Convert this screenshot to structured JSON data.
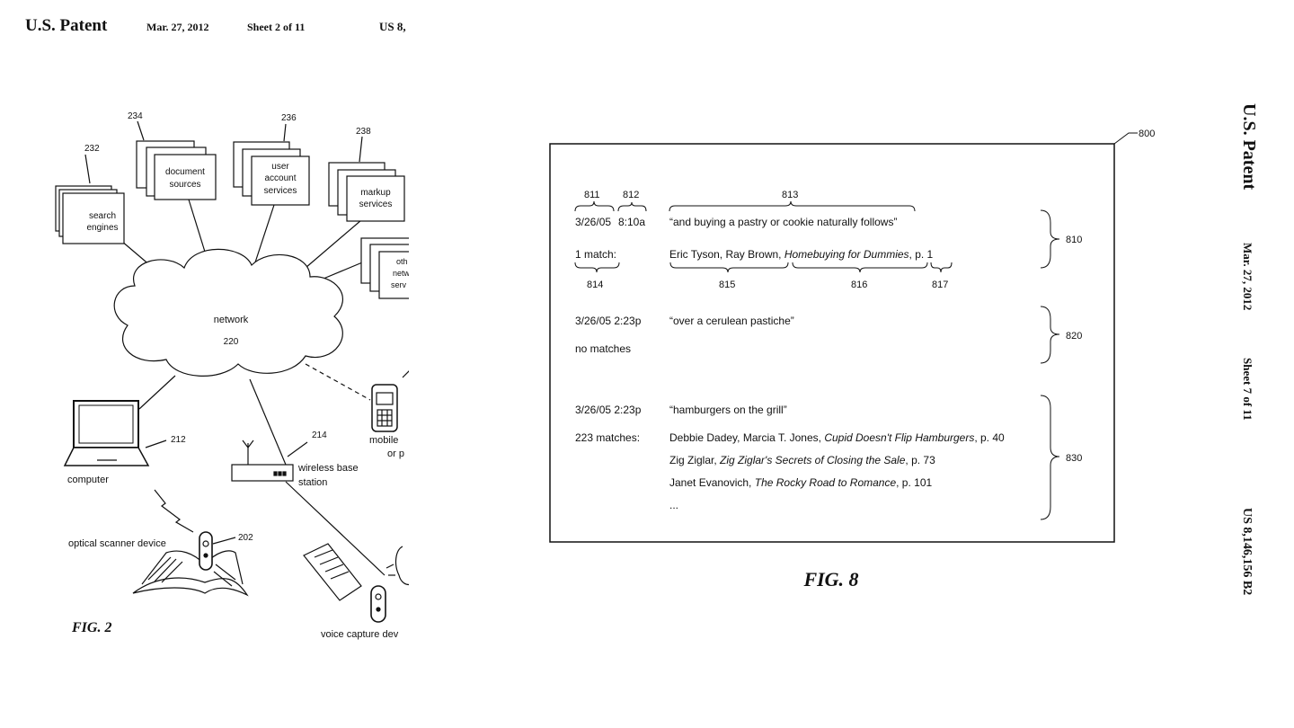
{
  "left_page": {
    "header": {
      "title": "U.S. Patent",
      "date": "Mar. 27, 2012",
      "sheet": "Sheet 2 of 11",
      "number": "US 8,"
    },
    "figure_label": "FIG. 2",
    "network": {
      "label": "network",
      "ref": "220"
    },
    "nodes": {
      "search_engines": {
        "ref": "232",
        "line1": "search",
        "line2": "engines"
      },
      "document_sources": {
        "ref": "234",
        "line1": "document",
        "line2": "sources"
      },
      "user_account": {
        "ref": "236",
        "line1": "user",
        "line2": "account",
        "line3": "services"
      },
      "markup": {
        "ref": "238",
        "line1": "markup",
        "line2": "services"
      },
      "other": {
        "line1": "oth",
        "line2": "netw",
        "line3": "serv"
      },
      "computer": {
        "ref": "212",
        "label": "computer"
      },
      "wireless": {
        "ref": "214",
        "line1": "wireless base",
        "line2": "station"
      },
      "scanner": {
        "ref": "202",
        "label": "optical scanner device"
      },
      "mobile": {
        "line1": "mobile",
        "line2": "or p"
      },
      "voice": {
        "label": "voice capture dev"
      }
    }
  },
  "right_page": {
    "header": {
      "title": "U.S. Patent",
      "date": "Mar. 27, 2012",
      "sheet": "Sheet 7 of 11",
      "number": "US 8,146,156 B2"
    },
    "figure_label": "FIG. 8",
    "frame_ref": "800",
    "entries": {
      "e810": {
        "ref": "810",
        "timestamp_date": "3/26/05",
        "timestamp_time": "8:10a",
        "quote": "“and buying a pastry or cookie naturally follows”",
        "count": "1 match:",
        "results": [
          {
            "authors": "Eric Tyson, Ray Brown, ",
            "title": "Homebuying for Dummies",
            "page": ", p. 1"
          }
        ],
        "labels": {
          "l811": "811",
          "l812": "812",
          "l813": "813",
          "l814": "814",
          "l815": "815",
          "l816": "816",
          "l817": "817"
        }
      },
      "e820": {
        "ref": "820",
        "timestamp": "3/26/05 2:23p",
        "quote": "“over a cerulean pastiche”",
        "count": "no matches"
      },
      "e830": {
        "ref": "830",
        "timestamp": "3/26/05 2:23p",
        "quote": "“hamburgers on the grill”",
        "count": "223 matches:",
        "results": [
          {
            "authors": "Debbie Dadey, Marcia T. Jones, ",
            "title": "Cupid Doesn't Flip Hamburgers",
            "page": ", p. 40"
          },
          {
            "authors": "Zig Ziglar, ",
            "title": "Zig Ziglar's Secrets of Closing the Sale",
            "page": ", p. 73"
          },
          {
            "authors": "Janet Evanovich, ",
            "title": "The Rocky Road to Romance",
            "page": ", p. 101"
          }
        ],
        "ellipsis": "..."
      }
    }
  }
}
